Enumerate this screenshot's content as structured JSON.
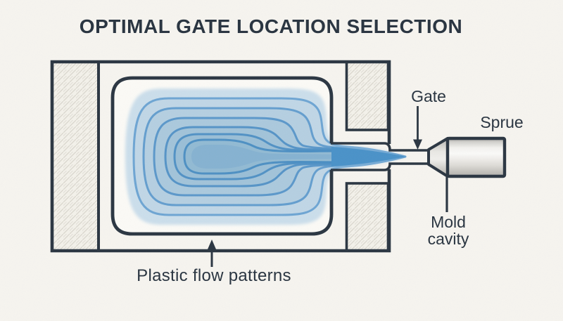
{
  "title": "OPTIMAL GATE LOCATION SELECTION",
  "labels": {
    "gate": "Gate",
    "sprue": "Sprue",
    "mold_cavity_line1": "Mold",
    "mold_cavity_line2": "cavity",
    "flow_patterns": "Plastic flow patterns"
  },
  "colors": {
    "background": "#f6f4ef",
    "outline_ink": "#2b3642",
    "text": "#2b3642",
    "hatch_line": "#d9d6cd",
    "hatch_fill": "#f3f1ea",
    "flow_outer_blue": "#cbdeeb",
    "flow_inner_blue": "#92bad3",
    "flow_contour_line": "#4f90c4",
    "flow_jet_blue": "#4a92c8",
    "sprue_metal_light": "#fafaf8",
    "sprue_metal_dark": "#a9a8a4"
  }
}
